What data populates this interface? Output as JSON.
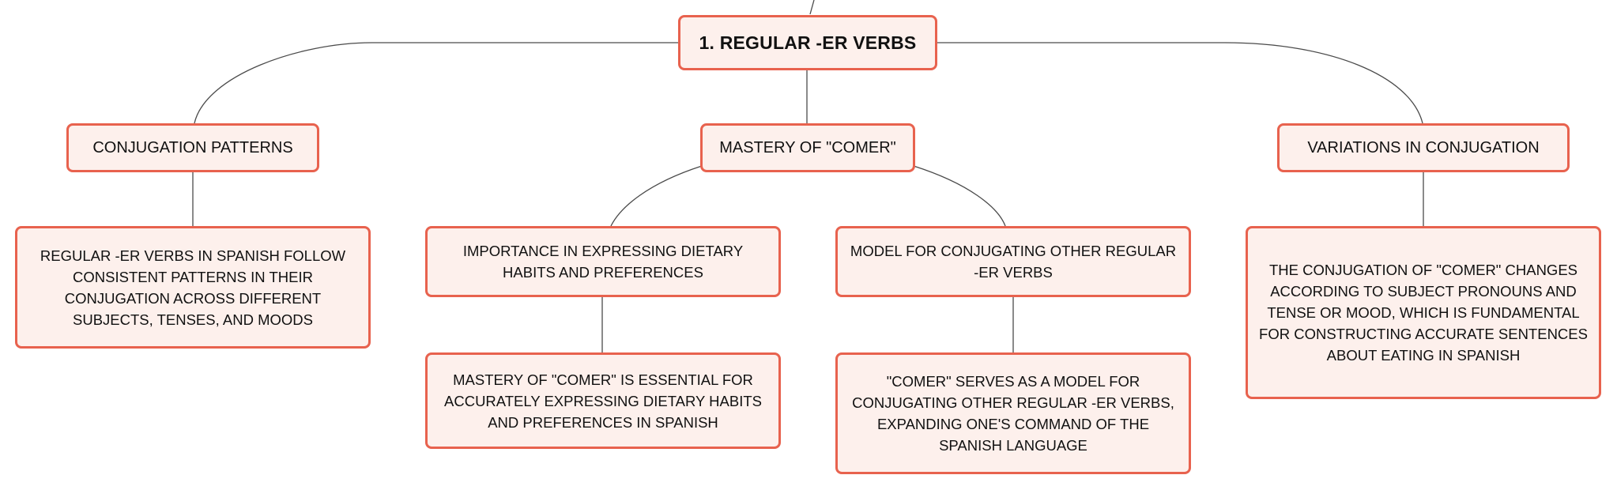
{
  "root": {
    "label": "1. REGULAR -ER VERBS"
  },
  "topics": [
    {
      "id": "conjugation-patterns",
      "label": "CONJUGATION PATTERNS"
    },
    {
      "id": "mastery-comer",
      "label": "MASTERY OF \"COMER\""
    },
    {
      "id": "variations",
      "label": "VARIATIONS IN CONJUGATION"
    }
  ],
  "subtopics": {
    "patterns_desc": "REGULAR -ER VERBS IN SPANISH FOLLOW CONSISTENT PATTERNS IN THEIR CONJUGATION ACROSS DIFFERENT SUBJECTS, TENSES, AND MOODS",
    "importance": "IMPORTANCE IN EXPRESSING DIETARY HABITS AND PREFERENCES",
    "importance_desc": "MASTERY OF \"COMER\" IS ESSENTIAL FOR ACCURATELY EXPRESSING DIETARY HABITS AND PREFERENCES IN SPANISH",
    "model": "MODEL FOR CONJUGATING OTHER REGULAR -ER VERBS",
    "model_desc": "\"COMER\" SERVES AS A MODEL FOR CONJUGATING OTHER REGULAR -ER VERBS, EXPANDING ONE'S COMMAND OF THE SPANISH LANGUAGE",
    "variations_desc": "THE CONJUGATION OF \"COMER\" CHANGES ACCORDING TO SUBJECT PRONOUNS AND TENSE OR MOOD, WHICH IS FUNDAMENTAL FOR CONSTRUCTING ACCURATE SENTENCES ABOUT EATING IN SPANISH"
  },
  "colors": {
    "node_border": "#e8624e",
    "node_fill": "#fdf0ec",
    "connector": "#4a4a4a",
    "text": "#111111"
  }
}
